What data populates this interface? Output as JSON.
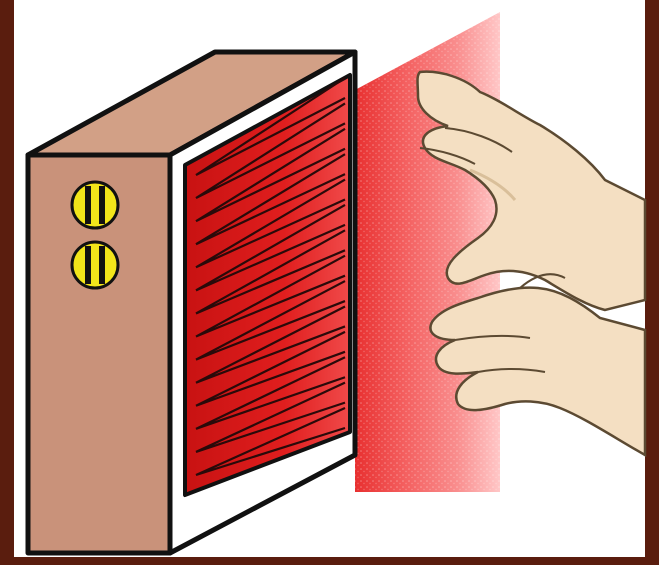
{
  "illustration": {
    "subject": [
      "heater-box",
      "infrared-radiation",
      "hands"
    ],
    "colors": {
      "frame": "#5a1d0e",
      "box_front": "#c9927a",
      "box_top": "#d2a086",
      "box_side": "#ffffff",
      "outline": "#111111",
      "element_red": "#d81818",
      "element_dark": "#a80d0d",
      "radiation_inner": "#f25a5a",
      "radiation_outer": "#ffd7d7",
      "knob_yellow": "#f2e51a",
      "skin": "#f4dfc2",
      "skin_shadow": "#d9bf9a"
    }
  }
}
